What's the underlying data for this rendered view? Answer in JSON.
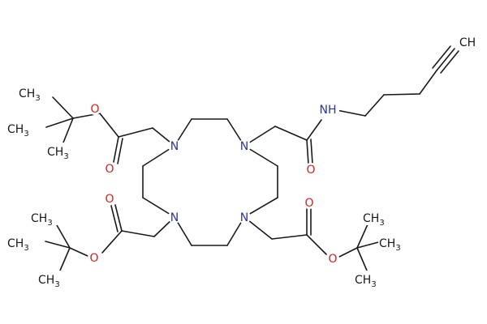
{
  "atoms": {
    "n_tl": "N",
    "n_tr": "N",
    "n_bl": "N",
    "n_br": "N",
    "nh": "NH",
    "o_ester_tl": "O",
    "o_carbonyl_tl": "O",
    "o_amide": "O",
    "o_ester_bl": "O",
    "o_carbonyl_bl": "O",
    "o_ester_br": "O",
    "o_carbonyl_br": "O",
    "alkyne_ch": "CH"
  },
  "methyl_groups": {
    "base": "CH",
    "subscript": "3"
  },
  "colors": {
    "nitrogen": "#2a34a8",
    "oxygen": "#d42020",
    "carbon": "#1a1a1a"
  }
}
